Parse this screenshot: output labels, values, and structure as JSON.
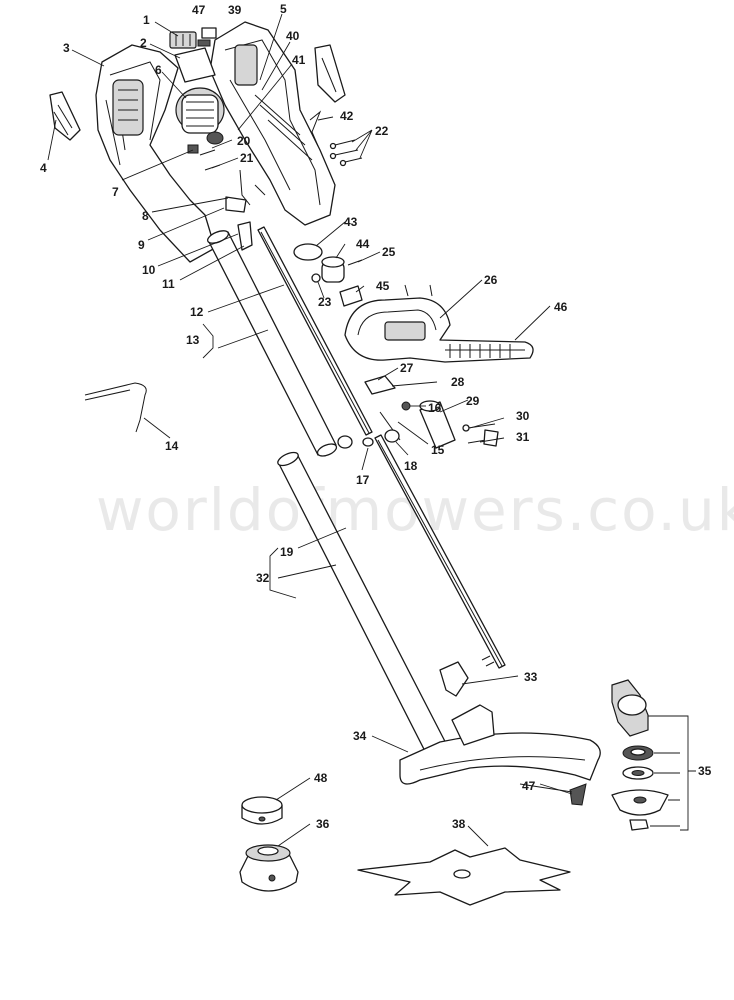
{
  "watermark": "worldofmowers.co.uk",
  "labels": {
    "p1": "1",
    "p2": "2",
    "p3": "3",
    "p4": "4",
    "p5": "5",
    "p6": "6",
    "p7": "7",
    "p8": "8",
    "p9": "9",
    "p10": "10",
    "p11": "11",
    "p12": "12",
    "p13": "13",
    "p14": "14",
    "p15": "15",
    "p16": "16",
    "p17": "17",
    "p18": "18",
    "p19": "19",
    "p20": "20",
    "p21": "21",
    "p22": "22",
    "p23": "23",
    "p25": "25",
    "p26": "26",
    "p27": "27",
    "p28": "28",
    "p29": "29",
    "p30": "30",
    "p31": "31",
    "p32": "32",
    "p33": "33",
    "p34": "34",
    "p35": "35",
    "p36": "36",
    "p38": "38",
    "p39": "39",
    "p40": "40",
    "p41": "41",
    "p42": "42",
    "p43": "43",
    "p44": "44",
    "p45": "45",
    "p46": "46",
    "p47a": "47",
    "p47b": "47",
    "p48": "48"
  }
}
